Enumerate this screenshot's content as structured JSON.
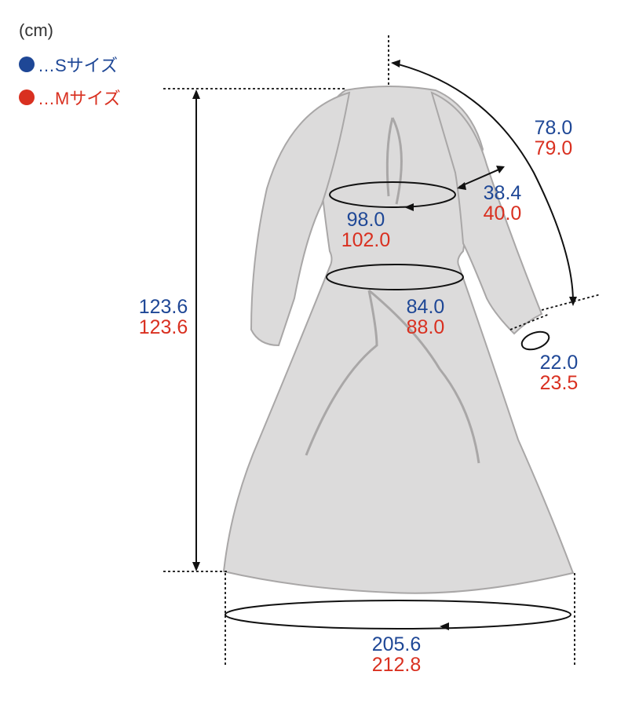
{
  "unit": "(cm)",
  "legend": [
    {
      "label": "…Sサイズ",
      "color": "#1e4796"
    },
    {
      "label": "…Mサイズ",
      "color": "#d93020"
    }
  ],
  "measurements": {
    "sleeve": {
      "s": "78.0",
      "m": "79.0"
    },
    "arm": {
      "s": "38.4",
      "m": "40.0"
    },
    "bust": {
      "s": "98.0",
      "m": "102.0"
    },
    "length": {
      "s": "123.6",
      "m": "123.6"
    },
    "waist": {
      "s": "84.0",
      "m": "88.0"
    },
    "cuff": {
      "s": "22.0",
      "m": "23.5"
    },
    "hem": {
      "s": "205.6",
      "m": "212.8"
    }
  }
}
